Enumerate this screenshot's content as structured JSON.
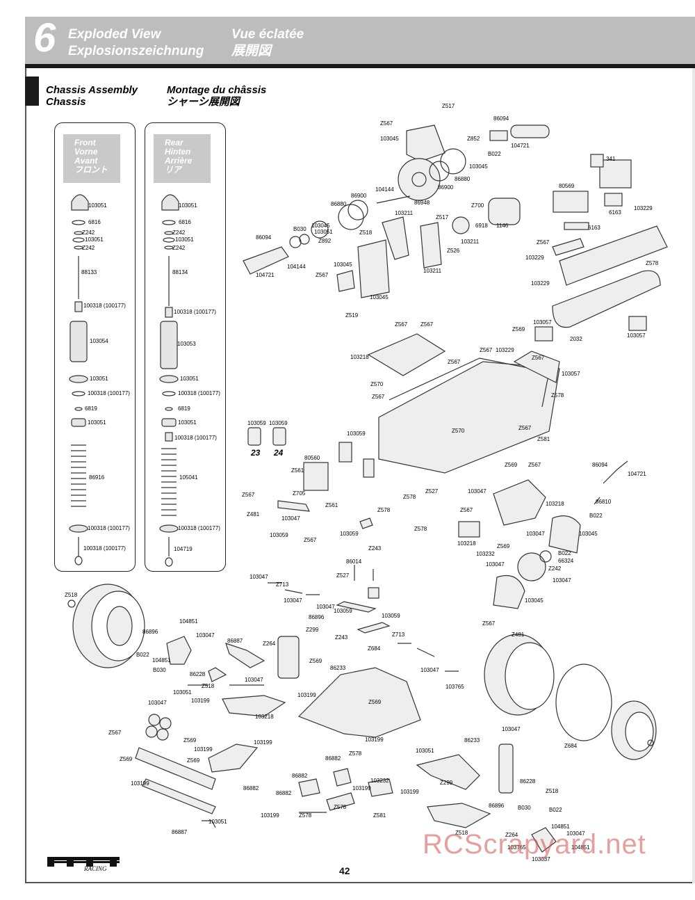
{
  "header": {
    "section_number": "6",
    "title_en": "Exploded View",
    "title_de": "Explosionszeichnung",
    "title_fr": "Vue éclatée",
    "title_jp": "展開図"
  },
  "subheader": {
    "en": "Chassis Assembly",
    "de": "Chassis",
    "fr": "Montage du châssis",
    "jp": "シャーシ展開図"
  },
  "front_panel": {
    "label_en": "Front",
    "label_de": "Vorne",
    "label_fr": "Avant",
    "label_jp": "フロント",
    "parts": [
      "103051",
      "6816",
      "Z242",
      "103051",
      "Z242",
      "88133",
      "100318 (100177)",
      "103054",
      "103051",
      "100318 (100177)",
      "6819",
      "103051",
      "86916",
      "100318 (100177)",
      "100318 (100177)"
    ]
  },
  "rear_panel": {
    "label_en": "Rear",
    "label_de": "Hinten",
    "label_fr": "Arrière",
    "label_jp": "リア",
    "parts": [
      "103051",
      "6816",
      "Z242",
      "103051",
      "Z242",
      "88134",
      "100318 (100177)",
      "103053",
      "103051",
      "100318 (100177)",
      "6819",
      "103051",
      "100318 (100177)",
      "105041",
      "100318 (100177)",
      "104719"
    ]
  },
  "diagram_labels": [
    "Z517",
    "Z567",
    "103045",
    "86094",
    "Z852",
    "104721",
    "B022",
    "103045",
    "104144",
    "86880",
    "86900",
    "86948",
    "86880",
    "86900",
    "103211",
    "Z518",
    "Z700",
    "Z517",
    "6918",
    "1146",
    "341",
    "80569",
    "6163",
    "103229",
    "6163",
    "86094",
    "B030",
    "103045",
    "Z892",
    "104144",
    "103051",
    "Z526",
    "103211",
    "103211",
    "Z567",
    "104721",
    "103045",
    "Z567",
    "103045",
    "Z519",
    "103229",
    "Z578",
    "103229",
    "Z567",
    "Z567",
    "103057",
    "2032",
    "103057",
    "Z569",
    "103218",
    "Z567",
    "103229",
    "Z567",
    "Z567",
    "103057",
    "Z570",
    "Z567",
    "Z578",
    "Z567",
    "Z581",
    "Z570",
    "103059",
    "103059",
    "23",
    "24",
    "103059",
    "80560",
    "Z561",
    "Z567",
    "Z705",
    "Z481",
    "103047",
    "Z561",
    "103059",
    "Z567",
    "Z527",
    "Z578",
    "Z578",
    "Z578",
    "Z569",
    "Z567",
    "86094",
    "104721",
    "103047",
    "103218",
    "86810",
    "B022",
    "Z567",
    "103047",
    "103045",
    "103218",
    "103232",
    "Z569",
    "B022",
    "66324",
    "Z242",
    "103047",
    "103047",
    "103045",
    "Z567",
    "103059",
    "Z243",
    "86014",
    "Z527",
    "103047",
    "Z713",
    "103047",
    "103047",
    "86896",
    "103059",
    "103059",
    "Z243",
    "Z684",
    "Z518",
    "104851",
    "86896",
    "103047",
    "86887",
    "Z264",
    "B022",
    "104851",
    "B030",
    "86228",
    "Z518",
    "103051",
    "Z299",
    "Z569",
    "86233",
    "103047",
    "Z713",
    "103047",
    "103765",
    "Z481",
    "103199",
    "103047",
    "103218",
    "Z569",
    "103199",
    "Z567",
    "Z569",
    "103199",
    "103199",
    "Z569",
    "Z569",
    "103199",
    "86882",
    "103199",
    "Z578",
    "86882",
    "103199",
    "103199",
    "86882",
    "103232",
    "86882",
    "103199",
    "Z578",
    "Z578",
    "Z581",
    "103051",
    "86887",
    "103047",
    "86233",
    "103051",
    "Z299",
    "86228",
    "Z518",
    "86896",
    "B030",
    "B022",
    "Z264",
    "104851",
    "103047",
    "104851",
    "Z518",
    "103765",
    "103037",
    "Z684"
  ],
  "footer": {
    "page_number": "42",
    "watermark": "RCScrapyard.net"
  }
}
